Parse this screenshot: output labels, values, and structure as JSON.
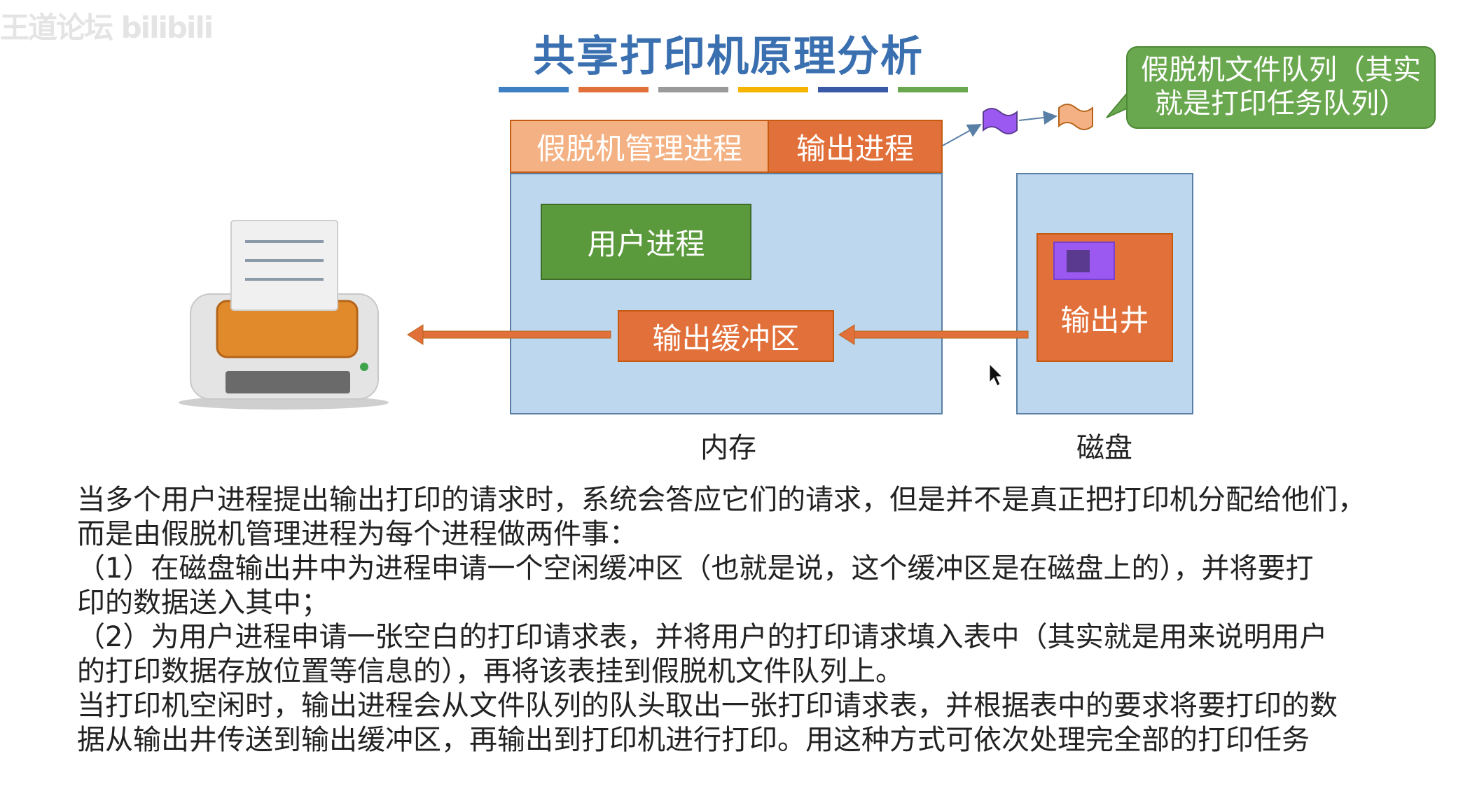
{
  "watermark": "王道论坛 bilibili",
  "title": "共享打印机原理分析",
  "title_bar_colors": [
    "#3f7fc4",
    "#e2703a",
    "#9a9a9a",
    "#f5b400",
    "#3a5aa8",
    "#6aa84f"
  ],
  "diagram": {
    "spool_manager": "假脱机管理进程",
    "output_process": "输出进程",
    "user_process": "用户进程",
    "output_buffer": "输出缓冲区",
    "output_well": "输出井",
    "memory_label": "内存",
    "disk_label": "磁盘",
    "queue_callout": "假脱机文件队列（其实就是打印任务队列）"
  },
  "colors": {
    "memory_fill": "#bdd7ee",
    "orange": "#e2703a",
    "light_orange": "#f4b183",
    "green": "#5b9a3c",
    "purple": "#9b59f2",
    "title_blue": "#3a6fb0"
  },
  "paragraphs": [
    "当多个用户进程提出输出打印的请求时，系统会答应它们的请求，但是并不是真正把打印机分配给他们，",
    "而是由假脱机管理进程为每个进程做两件事：",
    "（1）在磁盘输出井中为进程申请一个空闲缓冲区（也就是说，这个缓冲区是在磁盘上的），并将要打",
    "印的数据送入其中；",
    "（2）为用户进程申请一张空白的打印请求表，并将用户的打印请求填入表中（其实就是用来说明用户",
    "的打印数据存放位置等信息的），再将该表挂到假脱机文件队列上。",
    "当打印机空闲时，输出进程会从文件队列的队头取出一张打印请求表，并根据表中的要求将要打印的数",
    "据从输出井传送到输出缓冲区，再输出到打印机进行打印。用这种方式可依次处理完全部的打印任务"
  ]
}
